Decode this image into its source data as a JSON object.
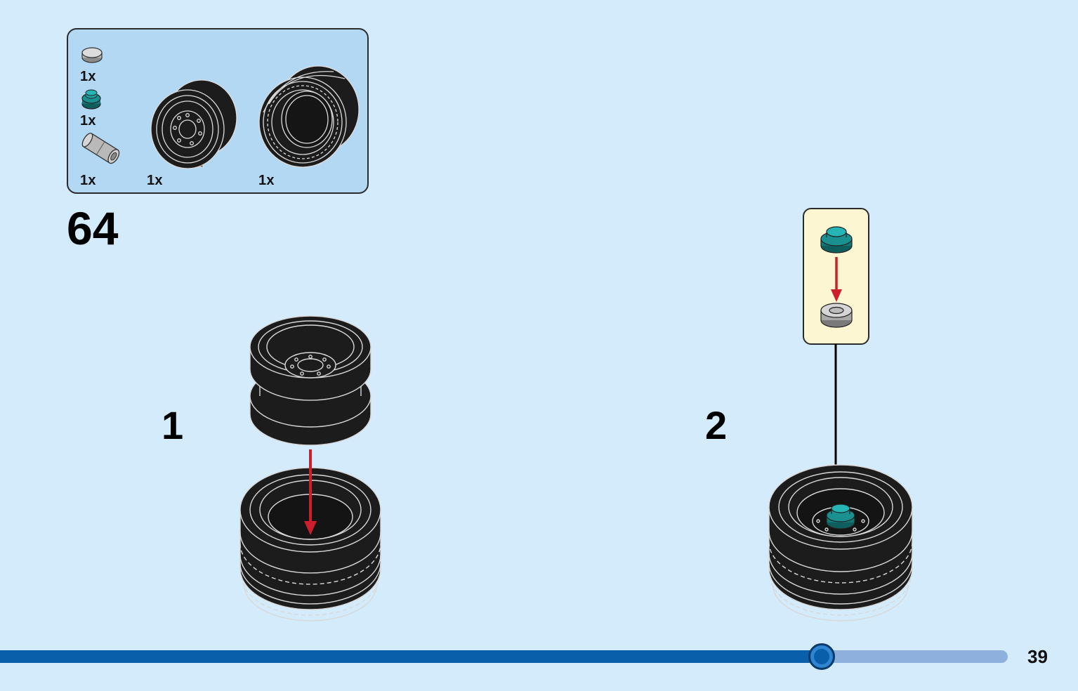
{
  "parts_list": {
    "items": [
      {
        "qty": "1x",
        "icon": "light-gray-round-tile-icon"
      },
      {
        "qty": "1x",
        "icon": "teal-round-plate-icon"
      },
      {
        "qty": "1x",
        "icon": "gray-connector-pin-icon"
      },
      {
        "qty": "1x",
        "icon": "black-wheel-rim-icon"
      },
      {
        "qty": "1x",
        "icon": "black-tire-icon"
      }
    ]
  },
  "step": {
    "number": "64",
    "substeps": [
      {
        "label": "1"
      },
      {
        "label": "2"
      }
    ]
  },
  "colors": {
    "background": "#d3ebfb",
    "parts_box": "#b3d8f4",
    "callout": "#fdf6d3",
    "arrow_red": "#cc1f2b",
    "teal_part": "#1a8a8a",
    "progress_fill": "#0a5faa",
    "progress_track": "#8db0dc"
  },
  "progress": {
    "fraction": 0.815
  },
  "page": {
    "number": "39"
  }
}
